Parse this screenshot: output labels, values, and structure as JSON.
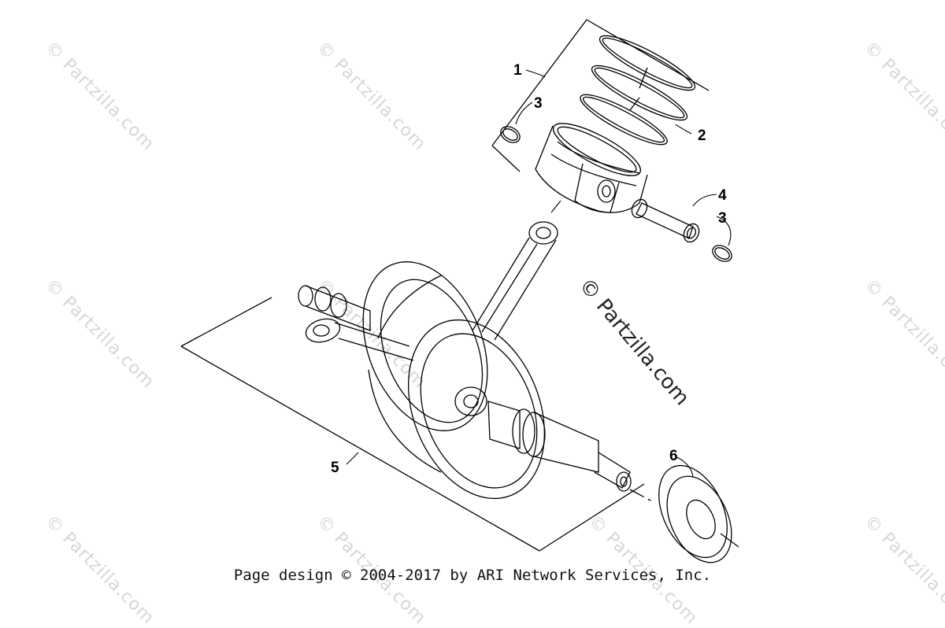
{
  "watermark": {
    "faint": "© Partzilla.com",
    "main": "© Partzilla.com"
  },
  "callouts": {
    "c1": "1",
    "c2": "2",
    "c3a": "3",
    "c3b": "3",
    "c4": "4",
    "c5": "5",
    "c6": "6"
  },
  "footer": {
    "text": "Page design © 2004-2017 by ARI Network Services, Inc."
  }
}
